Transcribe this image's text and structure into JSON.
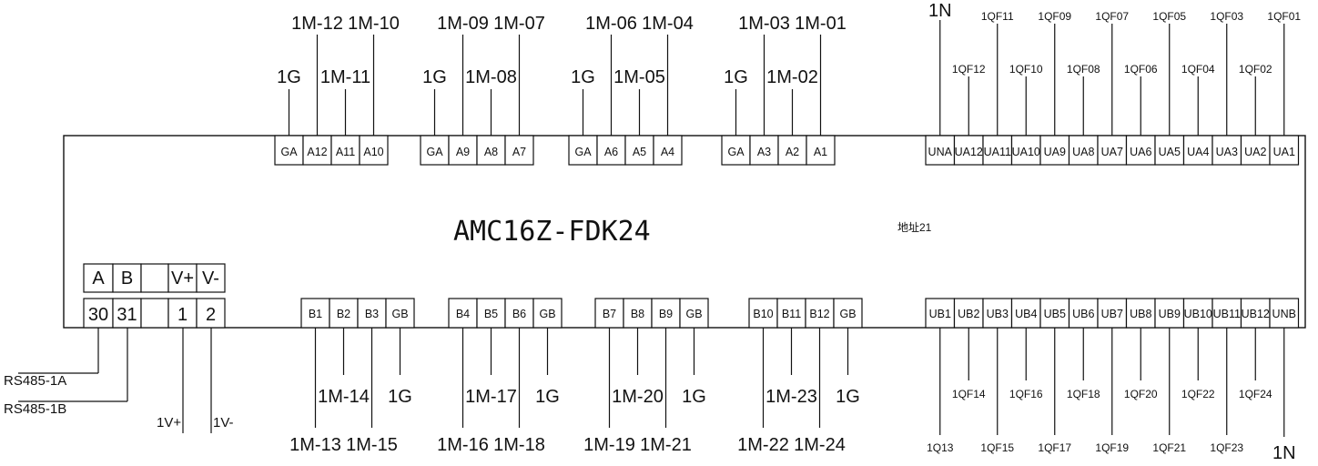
{
  "module": {
    "model": "AMC16Z-FDK24",
    "address": "地址21"
  },
  "top_groups": [
    {
      "terminals": [
        "GA",
        "A12",
        "A11",
        "A10"
      ],
      "labels": [
        "1G",
        "1M-12",
        "1M-11",
        "1M-10"
      ]
    },
    {
      "terminals": [
        "GA",
        "A9",
        "A8",
        "A7"
      ],
      "labels": [
        "1G",
        "1M-09",
        "1M-08",
        "1M-07"
      ]
    },
    {
      "terminals": [
        "GA",
        "A6",
        "A5",
        "A4"
      ],
      "labels": [
        "1G",
        "1M-06",
        "1M-05",
        "1M-04"
      ]
    },
    {
      "terminals": [
        "GA",
        "A3",
        "A2",
        "A1"
      ],
      "labels": [
        "1G",
        "1M-03",
        "1M-02",
        "1M-01"
      ]
    }
  ],
  "bottom_groups": [
    {
      "terminals": [
        "B1",
        "B2",
        "B3",
        "GB"
      ],
      "labels": [
        "1M-13",
        "1M-14",
        "1M-15",
        "1G"
      ]
    },
    {
      "terminals": [
        "B4",
        "B5",
        "B6",
        "GB"
      ],
      "labels": [
        "1M-16",
        "1M-17",
        "1M-18",
        "1G"
      ]
    },
    {
      "terminals": [
        "B7",
        "B8",
        "B9",
        "GB"
      ],
      "labels": [
        "1M-19",
        "1M-20",
        "1M-21",
        "1G"
      ]
    },
    {
      "terminals": [
        "B10",
        "B11",
        "B12",
        "GB"
      ],
      "labels": [
        "1M-22",
        "1M-23",
        "1M-24",
        "1G"
      ]
    }
  ],
  "ua_row": {
    "terminals": [
      "UNA",
      "UA12",
      "UA11",
      "UA10",
      "UA9",
      "UA8",
      "UA7",
      "UA6",
      "UA5",
      "UA4",
      "UA3",
      "UA2",
      "UA1"
    ],
    "labels": [
      "1N",
      "1QF12",
      "1QF11",
      "1QF10",
      "1QF09",
      "1QF08",
      "1QF07",
      "1QF06",
      "1QF05",
      "1QF04",
      "1QF03",
      "1QF02",
      "1QF01"
    ]
  },
  "ub_row": {
    "terminals": [
      "UB1",
      "UB2",
      "UB3",
      "UB4",
      "UB5",
      "UB6",
      "UB7",
      "UB8",
      "UB9",
      "UB10",
      "UB11",
      "UB12",
      "UNB"
    ],
    "labels": [
      "1Q13",
      "1QF14",
      "1QF15",
      "1QF16",
      "1QF17",
      "1QF18",
      "1QF19",
      "1QF20",
      "1QF21",
      "1QF22",
      "1QF23",
      "1QF24",
      "1N"
    ]
  },
  "comm_block": {
    "top": [
      "A",
      "B",
      "",
      "V+",
      "V-"
    ],
    "bottom": [
      "30",
      "31",
      "",
      "1",
      "2"
    ],
    "signals": [
      "RS485-1A",
      "RS485-1B",
      "1V+",
      "1V-"
    ]
  }
}
